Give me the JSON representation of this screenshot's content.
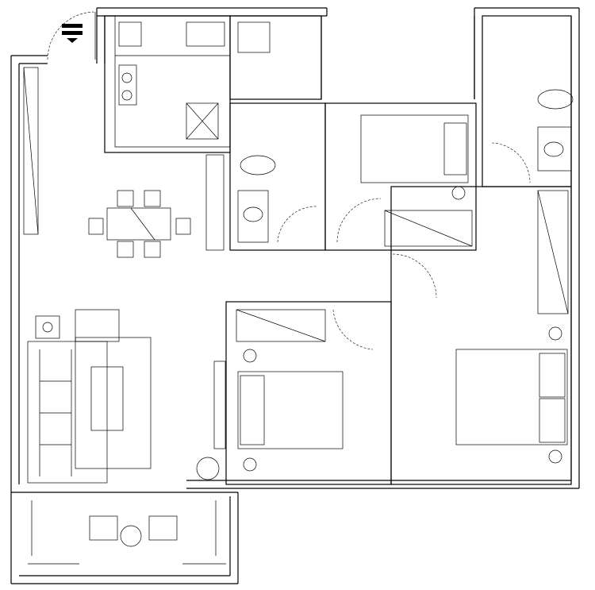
{
  "diagram": {
    "type": "floor-plan",
    "colors": {
      "line": "#000000",
      "background": "#ffffff"
    },
    "rooms": [
      "entrance",
      "kitchen",
      "utility",
      "bathroom-1",
      "bedroom-top",
      "bathroom-2",
      "master-bedroom",
      "bedroom-bottom",
      "living-dining",
      "balcony"
    ]
  }
}
